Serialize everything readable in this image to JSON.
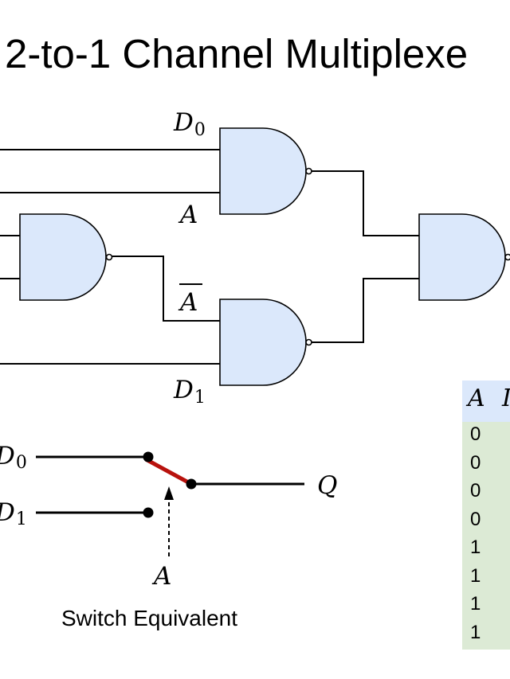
{
  "title": "2-to-1 Channel Multiplexe",
  "colors": {
    "gate_fill": "#dbe8fb",
    "line": "#000000",
    "switch_arm": "#b8120d",
    "table_header": "#dbe8fb",
    "table_body": "#dcead5"
  },
  "gate_labels": {
    "d0": "D",
    "d0_sub": "0",
    "a_top": "A",
    "a_bar": "A",
    "d1": "D",
    "d1_sub": "1"
  },
  "switch": {
    "d0": "D",
    "d0_sub": "0",
    "d1": "D",
    "d1_sub": "1",
    "q": "Q",
    "a": "A",
    "caption": "Switch Equivalent"
  },
  "truth_table": {
    "headers": [
      "A",
      "I"
    ],
    "rows": [
      [
        "0"
      ],
      [
        "0"
      ],
      [
        "0"
      ],
      [
        "0"
      ],
      [
        "1"
      ],
      [
        "1"
      ],
      [
        "1"
      ],
      [
        "1"
      ]
    ]
  }
}
